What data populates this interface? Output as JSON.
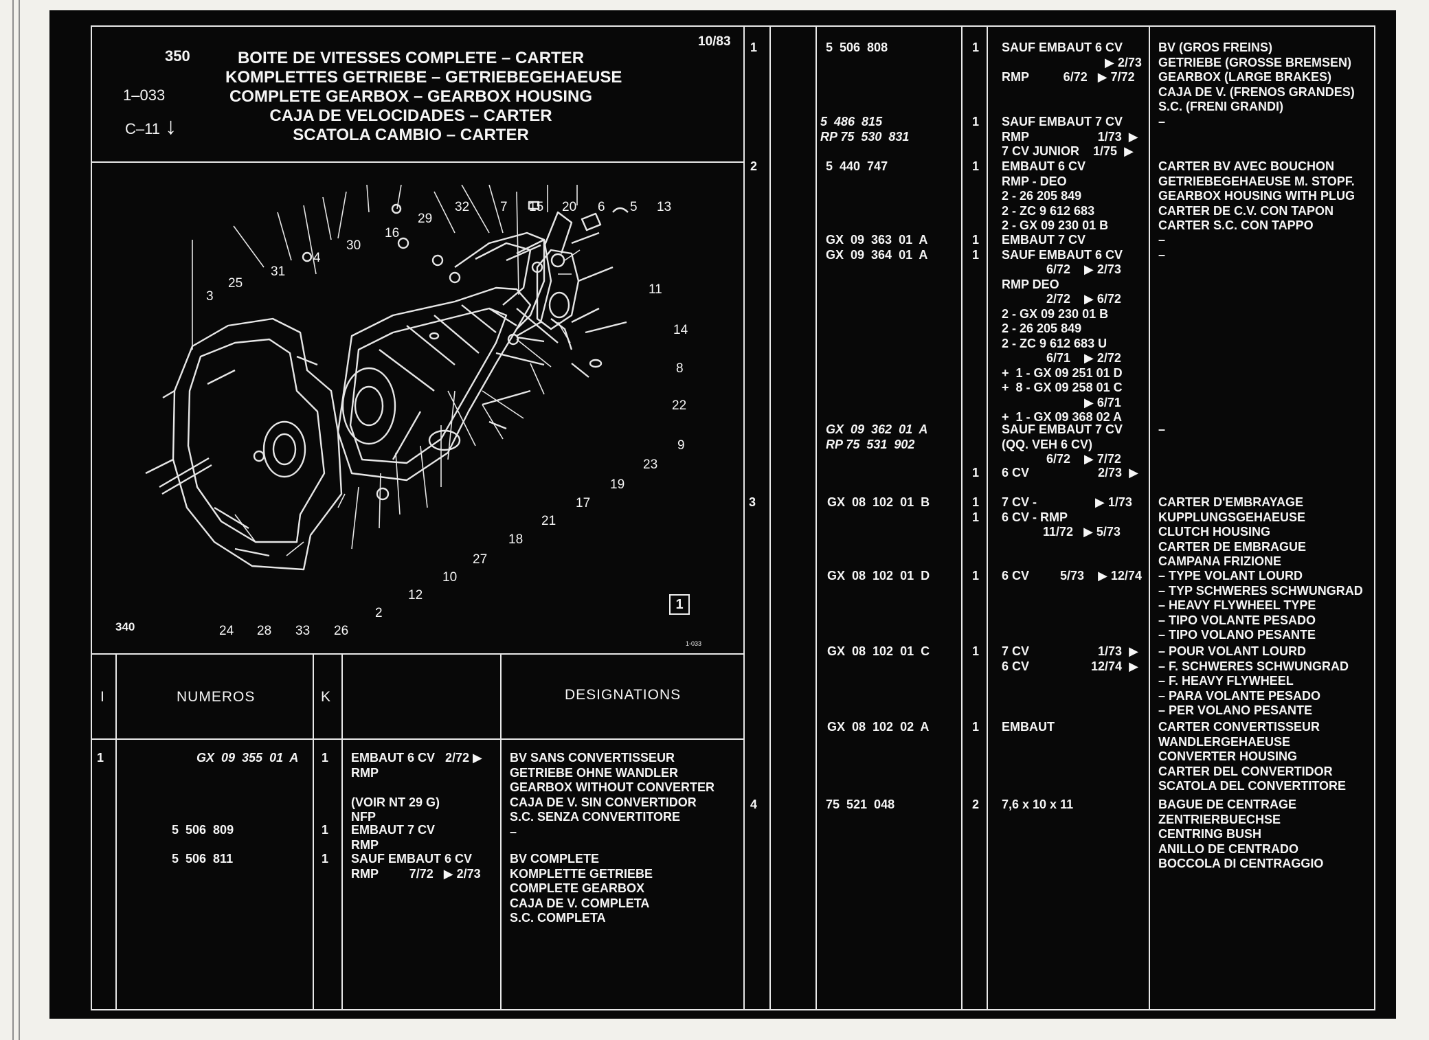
{
  "header": {
    "page_number": "350",
    "ref_code": "1–033",
    "group_code": "C–11",
    "group_arrow": "↓",
    "date": "10/83",
    "titles": [
      "BOITE DE VITESSES COMPLETE – CARTER",
      "KOMPLETTES GETRIEBE – GETRIEBEGEHAEUSE",
      "COMPLETE GEARBOX – GEARBOX HOUSING",
      "CAJA DE VELOCIDADES – CARTER",
      "SCATOLA CAMBIO – CARTER"
    ]
  },
  "diagram": {
    "page_ref": "340",
    "fig_number": "1",
    "fig_code": "1-033",
    "callouts": [
      "3",
      "25",
      "31",
      "4",
      "30",
      "16",
      "29",
      "32",
      "7",
      "15",
      "20",
      "6",
      "5",
      "13",
      "11",
      "14",
      "8",
      "22",
      "9",
      "23",
      "19",
      "17",
      "21",
      "18",
      "27",
      "10",
      "12",
      "2",
      "26",
      "33",
      "28",
      "24"
    ]
  },
  "table_header": {
    "col_i": "I",
    "col_numeros": "NUMEROS",
    "col_k": "K",
    "col_designations": "DESIGNATIONS"
  },
  "left_rows": {
    "row1_index": "1",
    "num1": "GX  09  355  01  A",
    "num2": "5  506  809",
    "num3": "5  506  811",
    "k1": "1",
    "k2": "1",
    "k3": "1",
    "cond1": "EMBAUT 6 CV   2/72 ▶\nRMP\n\n(VOIR NT 29 G)\nNFP",
    "cond2": "EMBAUT 7 CV\nRMP",
    "cond3": "SAUF EMBAUT 6 CV\nRMP         7/72   ▶ 2/73",
    "des1": "BV SANS CONVERTISSEUR\nGETRIEBE OHNE WANDLER\nGEARBOX WITHOUT CONVERTER\nCAJA DE V. SIN CONVERTIDOR\nS.C. SENZA CONVERTITORE\n–",
    "des2": "BV COMPLETE\nKOMPLETTE GETRIEBE\nCOMPLETE GEARBOX\nCAJA DE V. COMPLETA\nS.C. COMPLETA"
  },
  "right_rows": {
    "idx1": "1",
    "idx2": "2",
    "idx3": "3",
    "idx4": "4",
    "r1_num": "5  506  808",
    "r1_k": "1",
    "r1_cond": "SAUF EMBAUT 6 CV\n                              ▶ 2/73\nRMP          6/72   ▶ 7/72",
    "r1_des": "BV (GROS FREINS)\nGETRIEBE (GROSSE BREMSEN)\nGEARBOX (LARGE BRAKES)\nCAJA DE V. (FRENOS GRANDES)\nS.C. (FRENI GRANDI)",
    "r1b_num": "5  486  815\nRP 75  530  831",
    "r1b_k": "1",
    "r1b_cond": "SAUF EMBAUT 7 CV\nRMP                    1/73  ▶\n7 CV JUNIOR    1/75  ▶",
    "r1b_des": "–",
    "r2_num": "5  440  747",
    "r2_k": "1",
    "r2_cond": "EMBAUT 6 CV\nRMP - DEO\n2 - 26 205 849\n2 - ZC 9 612 683\n2 - GX 09 230 01 B",
    "r2_des": "CARTER BV AVEC BOUCHON\nGETRIEBEGEHAEUSE M. STOPF.\nGEARBOX HOUSING WITH PLUG\nCARTER DE C.V. CON TAPON\nCARTER S.C. CON TAPPO",
    "r2b_num": "GX  09  363  01  A\nGX  09  364  01  A",
    "r2b_k": "1\n1",
    "r2b_cond": "EMBAUT 7 CV\nSAUF EMBAUT 6 CV\n             6/72    ▶ 2/73\nRMP DEO\n             2/72    ▶ 6/72\n2 - GX 09 230 01 B\n2 - 26 205 849\n2 - ZC 9 612 683 U\n             6/71    ▶ 2/72\n+  1 - GX 09 251 01 D\n+  8 - GX 09 258 01 C\n                        ▶ 6/71\n+  1 - GX 09 368 02 A",
    "r2b_des": "–\n–",
    "r2c_num": "GX  09  362  01  A\nRP 75  531  902",
    "r2c_cond": "SAUF EMBAUT 7 CV\n(QQ. VEH 6 CV)\n             6/72    ▶ 7/72",
    "r2c_des": "–",
    "r2d_k": "1",
    "r2d_cond": "6 CV                    2/73  ▶",
    "r3_num": "GX  08  102  01  B",
    "r3_k": "1\n1",
    "r3_cond": "7 CV -                 ▶ 1/73\n6 CV - RMP\n            11/72   ▶ 5/73",
    "r3_des": "CARTER D'EMBRAYAGE\nKUPPLUNGSGEHAEUSE\nCLUTCH HOUSING\nCARTER DE EMBRAGUE\nCAMPANA FRIZIONE",
    "r3b_num": "GX  08  102  01  D",
    "r3b_k": "1",
    "r3b_cond": "6 CV         5/73    ▶ 12/74",
    "r3b_des": "– TYPE VOLANT LOURD\n– TYP SCHWERES SCHWUNGRAD\n– HEAVY FLYWHEEL TYPE\n– TIPO VOLANTE PESADO\n– TIPO VOLANO PESANTE",
    "r3c_num": "GX  08  102  01  C",
    "r3c_k": "1",
    "r3c_cond": "7 CV                    1/73  ▶\n6 CV                  12/74  ▶",
    "r3c_des": "– POUR VOLANT LOURD\n– F. SCHWERES SCHWUNGRAD\n– F. HEAVY FLYWHEEL\n– PARA VOLANTE PESADO\n– PER VOLANO PESANTE",
    "r3d_num": "GX  08  102  02  A",
    "r3d_k": "1",
    "r3d_cond": "EMBAUT",
    "r3d_des": "CARTER CONVERTISSEUR\nWANDLERGEHAEUSE\nCONVERTER HOUSING\nCARTER DEL CONVERTIDOR\nSCATOLA DEL CONVERTITORE",
    "r4_num": "75  521  048",
    "r4_k": "2",
    "r4_cond": "7,6 x 10 x 11",
    "r4_des": "BAGUE DE CENTRAGE\nZENTRIERBUECHSE\nCENTRING BUSH\nANILLO DE CENTRADO\nBOCCOLA DI CENTRAGGIO"
  }
}
